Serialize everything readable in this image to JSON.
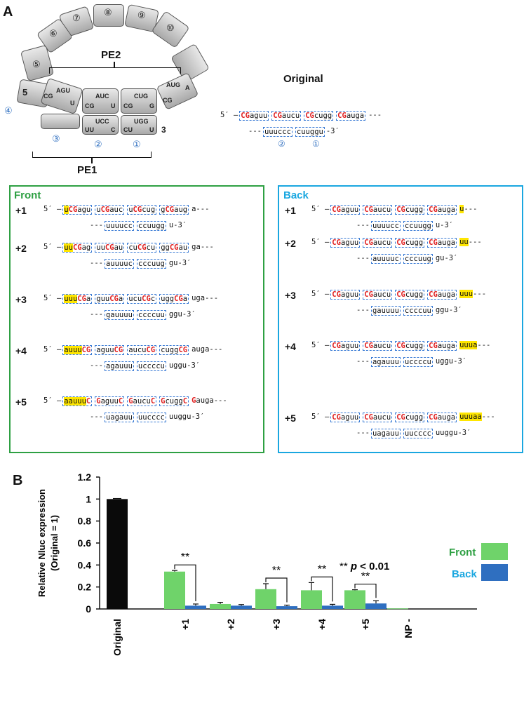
{
  "panel_a_label": "A",
  "panel_b_label": "B",
  "ring": {
    "segments_top": [
      "⑥",
      "⑦",
      "⑧",
      "⑨",
      "⑩"
    ],
    "segment_5": "⑤",
    "segment_5b": "5",
    "pe2_label": "PE2",
    "pe1_label": "PE1",
    "codons": {
      "agu": "AGU",
      "cg1": "CG",
      "u1": "U",
      "auc": "AUC",
      "cg2": "CG",
      "u2": "U",
      "cug": "CUG",
      "cg3": "CG",
      "g3": "G",
      "aug": "AUG",
      "a4": "A",
      "cg4": "CG",
      "ucc": "UCC",
      "uu": "UU",
      "c": "C",
      "ugg": "UGG",
      "cu": "CU",
      "u": "U",
      "three": "3"
    },
    "blue_nums": [
      "④",
      "③",
      "②",
      "①"
    ]
  },
  "original": {
    "title": "Original",
    "top_prefix": "5′ –",
    "top_boxes": [
      "CGaguu",
      "CGaucu",
      "CGcugg",
      "CGauga"
    ],
    "top_suffix": "---",
    "bottom_prefix": "---",
    "bottom_boxes": [
      "uuuccc",
      "cuuggu"
    ],
    "bottom_suffix": "-3′",
    "nums": [
      "②",
      "①"
    ]
  },
  "front": {
    "title": "Front",
    "rows": [
      {
        "label": "+1",
        "top_prefix": "5′ –",
        "t1": "u",
        "t1b": "CGagu",
        "b2": "uCGauc",
        "b3": "uCGcug",
        "b4": "gCGaug",
        "tail": "a---",
        "bot_prefix": "---",
        "bb1": "uuuucc",
        "bb2": "ccuugg",
        "bot_tail": "u-3′"
      },
      {
        "label": "+2",
        "top_prefix": "5′ –",
        "t1": "uu",
        "t1b": "CGag",
        "b2": "uuCGau",
        "b3": "cuCGcu",
        "b4": "ggCGau",
        "tail": "ga---",
        "bot_prefix": "---",
        "bb1": "auuuuc",
        "bb2": "cccuug",
        "bot_tail": "gu-3′"
      },
      {
        "label": "+3",
        "top_prefix": "5′ –",
        "t1": "uuu",
        "t1b": "CGa",
        "b2": "guuCGa",
        "b3": "ucuCGc",
        "b4": "uggCGa",
        "tail": "uga---",
        "bot_prefix": "---",
        "bb1": "gauuuu",
        "bb2": "ccccuu",
        "bot_tail": "ggu-3′"
      },
      {
        "label": "+4",
        "top_prefix": "5′ –",
        "t1": "auuu",
        "t1b": "CG",
        "b2": "aguuCG",
        "b3": "aucuCG",
        "b4": "cuggCG",
        "tail": "auga---",
        "bot_prefix": "---",
        "bb1": "agauuu",
        "bb2": "uccccu",
        "bot_tail": "uggu-3′"
      },
      {
        "label": "+5",
        "top_prefix": "5′ –",
        "t1": "aauuu",
        "t1b": "C",
        "b2": "GaguuC",
        "b3": "GaucuC",
        "b4": "GcuggC",
        "tail": "Gauga---",
        "bot_prefix": "---",
        "bb1": "uagauu",
        "bb2": "uucccc",
        "bot_tail": "uuggu-3′"
      }
    ]
  },
  "back": {
    "title": "Back",
    "rows": [
      {
        "label": "+1",
        "top_prefix": "5′ –",
        "boxes": [
          "CGaguu",
          "CGaucu",
          "CGcugg",
          "CGauga"
        ],
        "hl": "u",
        "tail": "---",
        "bot_prefix": "---",
        "bb1": "uuuucc",
        "bb2": "ccuugg",
        "bot_tail": "u-3′"
      },
      {
        "label": "+2",
        "top_prefix": "5′ –",
        "boxes": [
          "CGaguu",
          "CGaucu",
          "CGcugg",
          "CGauga"
        ],
        "hl": "uu",
        "tail": "---",
        "bot_prefix": "---",
        "bb1": "auuuuc",
        "bb2": "cccuug",
        "bot_tail": "gu-3′"
      },
      {
        "label": "+3",
        "top_prefix": "5′ –",
        "boxes": [
          "CGaguu",
          "CGaucu",
          "CGcugg",
          "CGauga"
        ],
        "hl": "uuu",
        "tail": "---",
        "bot_prefix": "---",
        "bb1": "gauuuu",
        "bb2": "ccccuu",
        "bot_tail": "ggu-3′"
      },
      {
        "label": "+4",
        "top_prefix": "5′ –",
        "boxes": [
          "CGaguu",
          "CGaucu",
          "CGcugg",
          "CGauga"
        ],
        "hl": "uuua",
        "tail": "---",
        "bot_prefix": "---",
        "bb1": "agauuu",
        "bb2": "uccccu",
        "bot_tail": "uggu-3′"
      },
      {
        "label": "+5",
        "top_prefix": "5′ –",
        "boxes": [
          "CGaguu",
          "CGaucu",
          "CGcugg",
          "CGauga"
        ],
        "hl": "uuuaa",
        "tail": "---",
        "bot_prefix": "---",
        "bb1": "uagauu",
        "bb2": "uucccc",
        "bot_tail": "uuggu-3′"
      }
    ]
  },
  "colors": {
    "front": "#2ea043",
    "back": "#1aa7e0",
    "green_bar": "#6fd36a",
    "blue_bar": "#2f6fc0",
    "black_bar": "#0a0a0a"
  },
  "chart_data": {
    "type": "bar",
    "ylabel_line1": "Relative Nluc expression",
    "ylabel_line2": "(Original = 1)",
    "ylim": [
      0,
      1.2
    ],
    "yticks": [
      "0",
      "0.2",
      "0.4",
      "0.6",
      "0.8",
      "1",
      "1.2"
    ],
    "categories": [
      "Original",
      "+1",
      "+2",
      "+3",
      "+4",
      "+5",
      "NP -"
    ],
    "series": [
      {
        "name": "Front",
        "values": [
          null,
          0.34,
          0.045,
          0.18,
          0.17,
          0.17,
          0.005
        ],
        "errors": [
          null,
          0.01,
          0.015,
          0.05,
          0.07,
          0.005,
          0.0
        ]
      },
      {
        "name": "Back",
        "values": [
          null,
          0.03,
          0.03,
          0.025,
          0.03,
          0.05,
          null
        ],
        "errors": [
          null,
          0.015,
          0.01,
          0.01,
          0.012,
          0.025,
          null
        ]
      }
    ],
    "original_value": 1.0,
    "original_error": 0.005,
    "significance": [
      "**",
      "**",
      "**",
      "**"
    ],
    "sig_categories": [
      "+1",
      "+3",
      "+4",
      "+5"
    ],
    "annotation_stars": "**",
    "annotation_p": "p",
    "annotation_rest": "< 0.01",
    "legend": [
      "Front",
      "Back"
    ],
    "legend_placement": "right"
  }
}
